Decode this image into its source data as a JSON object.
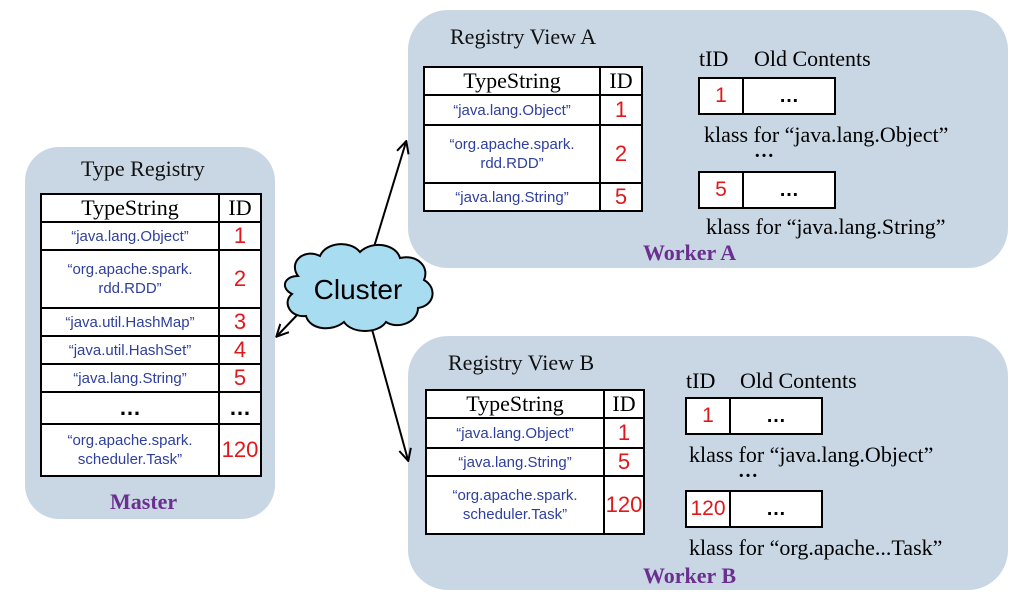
{
  "master": {
    "title": "Type Registry",
    "label": "Master",
    "headers": {
      "type": "TypeString",
      "id": "ID"
    },
    "rows": [
      {
        "type": "“java.lang.Object”",
        "id": "1"
      },
      {
        "type": "“org.apache.spark.\nrdd.RDD”",
        "id": "2"
      },
      {
        "type": "“java.util.HashMap”",
        "id": "3"
      },
      {
        "type": "“java.util.HashSet”",
        "id": "4"
      },
      {
        "type": "“java.lang.String”",
        "id": "5"
      },
      {
        "type": "…",
        "id": "…"
      },
      {
        "type": "“org.apache.spark.\nscheduler.Task”",
        "id": "120"
      }
    ]
  },
  "cluster": {
    "label": "Cluster"
  },
  "worker_a": {
    "title": "Registry View A",
    "label": "Worker A",
    "headers": {
      "type": "TypeString",
      "id": "ID"
    },
    "rows": [
      {
        "type": "“java.lang.Object”",
        "id": "1"
      },
      {
        "type": "“org.apache.spark.\nrdd.RDD”",
        "id": "2"
      },
      {
        "type": "“java.lang.String”",
        "id": "5"
      }
    ],
    "tid_header": "tID",
    "old_header": "Old Contents",
    "entries": [
      {
        "tid": "1",
        "contents": "…",
        "klass": "klass for “java.lang.Object”"
      },
      {
        "tid": "5",
        "contents": "…",
        "klass": "klass for “java.lang.String”"
      }
    ],
    "ellipsis": "…"
  },
  "worker_b": {
    "title": "Registry View B",
    "label": "Worker B",
    "headers": {
      "type": "TypeString",
      "id": "ID"
    },
    "rows": [
      {
        "type": "“java.lang.Object”",
        "id": "1"
      },
      {
        "type": "“java.lang.String”",
        "id": "5"
      },
      {
        "type": "“org.apache.spark.\nscheduler.Task”",
        "id": "120"
      }
    ],
    "tid_header": "tID",
    "old_header": "Old Contents",
    "entries": [
      {
        "tid": "1",
        "contents": "…",
        "klass": "klass for “java.lang.Object”"
      },
      {
        "tid": "120",
        "contents": "…",
        "klass": "klass for “org.apache...Task”"
      }
    ],
    "ellipsis": "…"
  },
  "colors": {
    "panel": "#c9d7e5",
    "cloud": "#a8dcf0",
    "type_text": "#2e3f9e",
    "id_text": "#e0181c",
    "label": "#6b2f8f"
  }
}
